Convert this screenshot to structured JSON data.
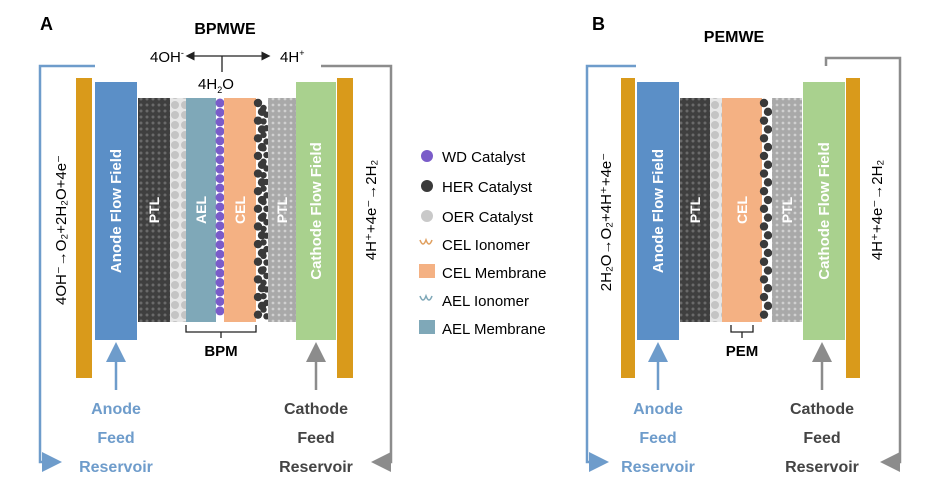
{
  "colors": {
    "gold": "#D99A1B",
    "anode_blue": "#5B8FC7",
    "cathode_green": "#A9D18E",
    "aeL_teal": "#7FA8B8",
    "cel_orange": "#F4B183",
    "ptl_dark": "#4A4A4A",
    "ptl_light": "#B7B7B7",
    "wd_purple": "#7A5CC9",
    "her_dark": "#3A3A3A",
    "oer_gray": "#C9C9C9",
    "arrow_blue": "#6E9CCB",
    "arrow_gray": "#8C8C8C",
    "anode_text": "#6E9CCB",
    "cathode_text": "#444444"
  },
  "panelA": {
    "letter": "A",
    "title": "BPMWE",
    "top_left_ion": "4OH",
    "top_left_sup": "-",
    "top_right_ion": "4H",
    "top_right_sup": "+",
    "water": "4H",
    "water_sub": "2",
    "water_end": "O",
    "anode_reaction": "4OH⁻→O₂+2H₂O+4e⁻",
    "cathode_reaction": "4H⁺+4e⁻→2H₂",
    "anode_ff": "Anode Flow Field",
    "cathode_ff": "Cathode Flow Field",
    "ptl": "PTL",
    "ael": "AEL",
    "cel": "CEL",
    "bpm": "BPM",
    "anode_feed": [
      "Anode",
      "Feed",
      "Reservoir"
    ],
    "cathode_feed": [
      "Cathode",
      "Feed",
      "Reservoir"
    ]
  },
  "legend": {
    "items": [
      {
        "label": "WD Catalyst",
        "icon": "purple-dot-icon"
      },
      {
        "label": "HER Catalyst",
        "icon": "dark-dot-icon"
      },
      {
        "label": "OER Catalyst",
        "icon": "gray-dot-icon"
      },
      {
        "label": "CEL Ionomer",
        "icon": "cel-ionomer-icon"
      },
      {
        "label": "CEL Membrane",
        "icon": "cel-membrane-icon"
      },
      {
        "label": "AEL Ionomer",
        "icon": "ael-ionomer-icon"
      },
      {
        "label": "AEL Membrane",
        "icon": "ael-membrane-icon"
      }
    ]
  },
  "panelB": {
    "letter": "B",
    "title": "PEMWE",
    "anode_reaction": "2H₂O→O₂+4H⁺+4e⁻",
    "cathode_reaction": "4H⁺+4e⁻→2H₂",
    "anode_ff": "Anode Flow Field",
    "cathode_ff": "Cathode Flow Field",
    "ptl": "PTL",
    "cel": "CEL",
    "pem": "PEM",
    "anode_feed": [
      "Anode",
      "Feed",
      "Reservoir"
    ],
    "cathode_feed": [
      "Cathode",
      "Feed",
      "Reservoir"
    ]
  }
}
